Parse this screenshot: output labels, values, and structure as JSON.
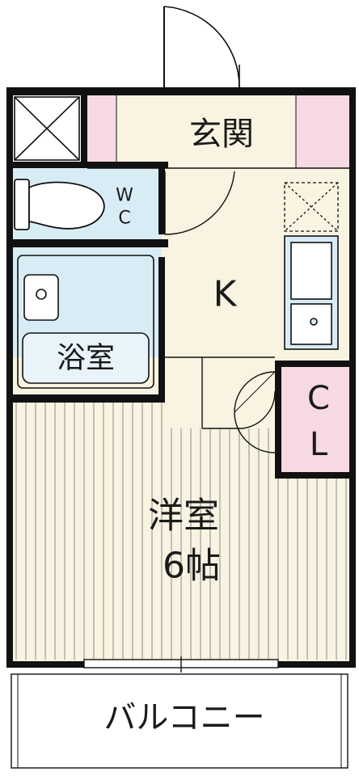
{
  "rooms": {
    "entrance": "玄関",
    "wc_top": "W",
    "wc_bottom": "C",
    "kitchen": "K",
    "bath": "浴室",
    "closet_top": "C",
    "closet_bottom": "L",
    "western_room": "洋室",
    "room_size": "6帖",
    "balcony": "バルコニー"
  },
  "colors": {
    "floor_cream": "#f8f4e1",
    "wet_blue": "#d8ecf6",
    "closet_pink": "#f7d9e3",
    "wall": "#111111",
    "flooring_line": "#8a8a8a"
  }
}
